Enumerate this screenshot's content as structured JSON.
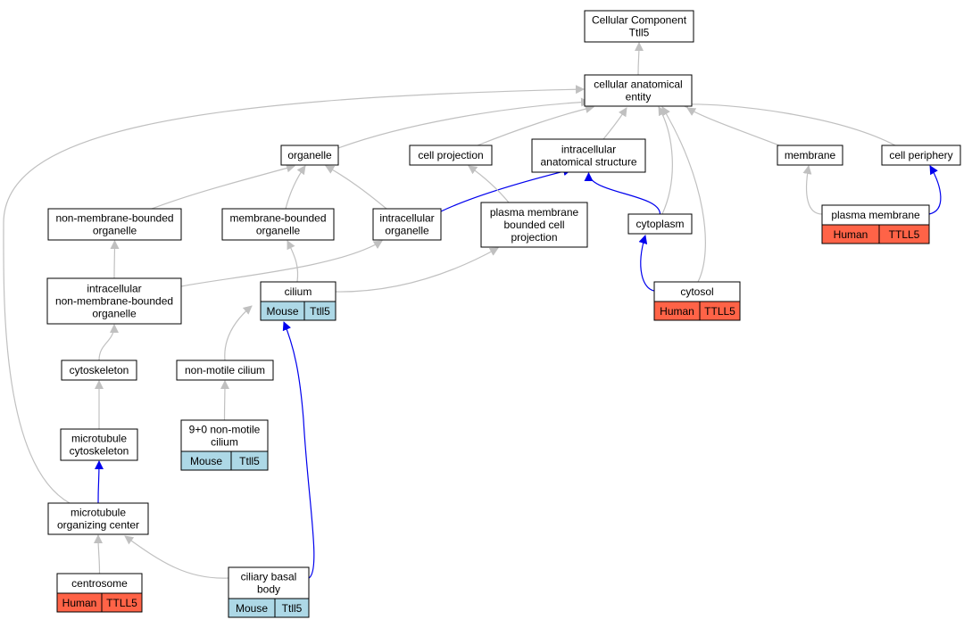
{
  "colors": {
    "is_a_edge": "#c0c0c0",
    "part_of_edge": "#0000ee",
    "mouse": "#add8e6",
    "human": "#ff6347"
  },
  "nodes": {
    "cellular_component": {
      "lines": [
        "Cellular Component",
        "Ttll5"
      ]
    },
    "cellular_anatomical_entity": {
      "lines": [
        "cellular anatomical",
        "entity"
      ]
    },
    "organelle": {
      "lines": [
        "organelle"
      ]
    },
    "cell_projection": {
      "lines": [
        "cell projection"
      ]
    },
    "intracellular_anatomical_structure": {
      "lines": [
        "intracellular",
        "anatomical structure"
      ]
    },
    "membrane": {
      "lines": [
        "membrane"
      ]
    },
    "cell_periphery": {
      "lines": [
        "cell periphery"
      ]
    },
    "non_membrane_bounded_organelle": {
      "lines": [
        "non-membrane-bounded",
        "organelle"
      ]
    },
    "membrane_bounded_organelle": {
      "lines": [
        "membrane-bounded",
        "organelle"
      ]
    },
    "intracellular_organelle": {
      "lines": [
        "intracellular",
        "organelle"
      ]
    },
    "plasma_membrane_bounded_cell_projection": {
      "lines": [
        "plasma membrane",
        "bounded cell",
        "projection"
      ]
    },
    "cytoplasm": {
      "lines": [
        "cytoplasm"
      ]
    },
    "plasma_membrane": {
      "lines": [
        "plasma membrane"
      ],
      "annotations": [
        {
          "species": "Human",
          "gene": "TTLL5"
        }
      ]
    },
    "intracellular_nmb_organelle": {
      "lines": [
        "intracellular",
        "non-membrane-bounded",
        "organelle"
      ]
    },
    "cilium": {
      "lines": [
        "cilium"
      ],
      "annotations": [
        {
          "species": "Mouse",
          "gene": "Ttll5"
        }
      ]
    },
    "cytosol": {
      "lines": [
        "cytosol"
      ],
      "annotations": [
        {
          "species": "Human",
          "gene": "TTLL5"
        }
      ]
    },
    "cytoskeleton": {
      "lines": [
        "cytoskeleton"
      ]
    },
    "non_motile_cilium": {
      "lines": [
        "non-motile cilium"
      ]
    },
    "nine_plus_zero_cilium": {
      "lines": [
        "9+0 non-motile",
        "cilium"
      ],
      "annotations": [
        {
          "species": "Mouse",
          "gene": "Ttll5"
        }
      ]
    },
    "microtubule_cytoskeleton": {
      "lines": [
        "microtubule",
        "cytoskeleton"
      ]
    },
    "microtubule_organizing_center": {
      "lines": [
        "microtubule",
        "organizing center"
      ]
    },
    "centrosome": {
      "lines": [
        "centrosome"
      ],
      "annotations": [
        {
          "species": "Human",
          "gene": "TTLL5"
        }
      ]
    },
    "ciliary_basal_body": {
      "lines": [
        "ciliary basal",
        "body"
      ],
      "annotations": [
        {
          "species": "Mouse",
          "gene": "Ttll5"
        }
      ]
    }
  },
  "edges": [
    {
      "from": "cellular_anatomical_entity",
      "to": "cellular_component",
      "type": "is_a"
    },
    {
      "from": "organelle",
      "to": "cellular_anatomical_entity",
      "type": "is_a"
    },
    {
      "from": "cell_projection",
      "to": "cellular_anatomical_entity",
      "type": "is_a"
    },
    {
      "from": "intracellular_anatomical_structure",
      "to": "cellular_anatomical_entity",
      "type": "is_a"
    },
    {
      "from": "membrane",
      "to": "cellular_anatomical_entity",
      "type": "is_a"
    },
    {
      "from": "cell_periphery",
      "to": "cellular_anatomical_entity",
      "type": "is_a"
    },
    {
      "from": "microtubule_organizing_center",
      "to": "cellular_anatomical_entity",
      "type": "is_a"
    },
    {
      "from": "cytoplasm",
      "to": "cellular_anatomical_entity",
      "type": "is_a"
    },
    {
      "from": "cytosol",
      "to": "cellular_anatomical_entity",
      "type": "is_a"
    },
    {
      "from": "non_membrane_bounded_organelle",
      "to": "organelle",
      "type": "is_a"
    },
    {
      "from": "membrane_bounded_organelle",
      "to": "organelle",
      "type": "is_a"
    },
    {
      "from": "intracellular_organelle",
      "to": "organelle",
      "type": "is_a"
    },
    {
      "from": "intracellular_organelle",
      "to": "intracellular_anatomical_structure",
      "type": "part_of"
    },
    {
      "from": "plasma_membrane_bounded_cell_projection",
      "to": "cell_projection",
      "type": "is_a"
    },
    {
      "from": "cytoplasm",
      "to": "intracellular_anatomical_structure",
      "type": "part_of"
    },
    {
      "from": "plasma_membrane",
      "to": "membrane",
      "type": "is_a"
    },
    {
      "from": "plasma_membrane",
      "to": "cell_periphery",
      "type": "part_of"
    },
    {
      "from": "intracellular_nmb_organelle",
      "to": "non_membrane_bounded_organelle",
      "type": "is_a"
    },
    {
      "from": "intracellular_nmb_organelle",
      "to": "intracellular_organelle",
      "type": "is_a"
    },
    {
      "from": "cilium",
      "to": "membrane_bounded_organelle",
      "type": "is_a"
    },
    {
      "from": "cilium",
      "to": "plasma_membrane_bounded_cell_projection",
      "type": "is_a"
    },
    {
      "from": "cytosol",
      "to": "cytoplasm",
      "type": "part_of"
    },
    {
      "from": "cytoskeleton",
      "to": "intracellular_nmb_organelle",
      "type": "is_a"
    },
    {
      "from": "non_motile_cilium",
      "to": "cilium",
      "type": "is_a"
    },
    {
      "from": "nine_plus_zero_cilium",
      "to": "non_motile_cilium",
      "type": "is_a"
    },
    {
      "from": "microtubule_cytoskeleton",
      "to": "cytoskeleton",
      "type": "is_a"
    },
    {
      "from": "microtubule_organizing_center",
      "to": "microtubule_cytoskeleton",
      "type": "part_of"
    },
    {
      "from": "centrosome",
      "to": "microtubule_organizing_center",
      "type": "is_a"
    },
    {
      "from": "ciliary_basal_body",
      "to": "microtubule_organizing_center",
      "type": "is_a"
    },
    {
      "from": "ciliary_basal_body",
      "to": "cilium",
      "type": "part_of"
    }
  ]
}
